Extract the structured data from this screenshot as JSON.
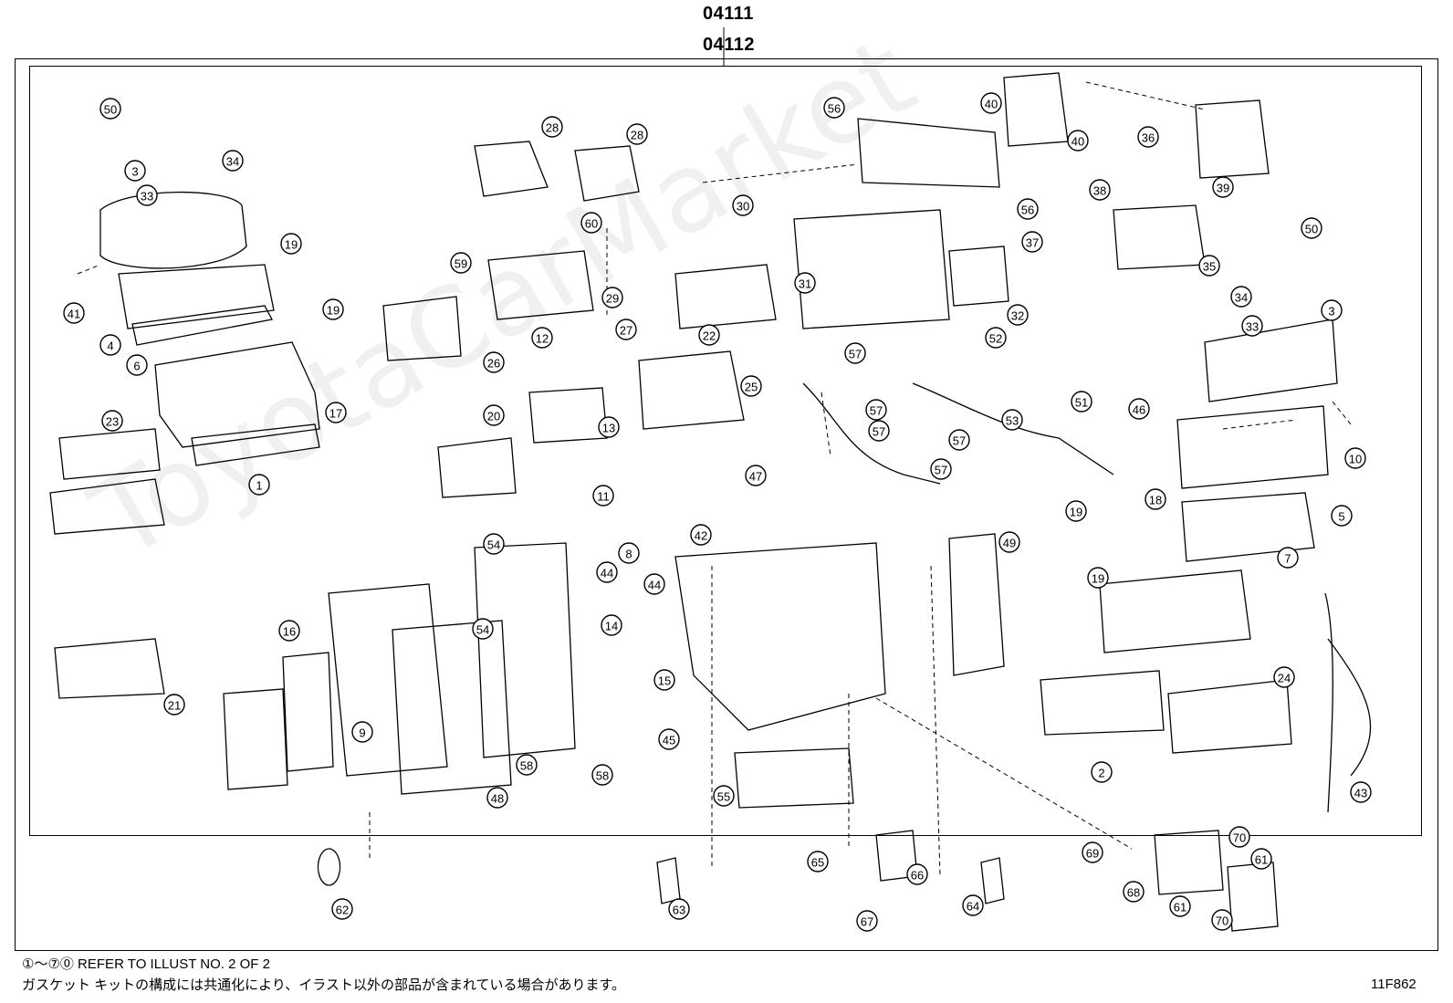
{
  "header": {
    "code_top": "04111",
    "code_sub": "04112"
  },
  "watermark": "ToyotaCarMarket",
  "footer": {
    "note": "①～⑦⓪ REFER TO ILLUST NO. 2 OF 2",
    "note_jp": "ガスケット キットの構成には共通化により、イラスト以外の部品が含まれている場合があります。",
    "figure_id": "11F862"
  },
  "callouts": [
    "50",
    "3",
    "34",
    "33",
    "41",
    "4",
    "6",
    "19",
    "19",
    "17",
    "23",
    "1",
    "28",
    "28",
    "60",
    "30",
    "59",
    "29",
    "31",
    "26",
    "12",
    "27",
    "22",
    "25",
    "20",
    "13",
    "11",
    "56",
    "40",
    "40",
    "36",
    "56",
    "38",
    "39",
    "37",
    "35",
    "32",
    "52",
    "57",
    "57",
    "51",
    "53",
    "57",
    "57",
    "57",
    "47",
    "42",
    "50",
    "34",
    "3",
    "33",
    "46",
    "10",
    "5",
    "7",
    "18",
    "19",
    "19",
    "49",
    "24",
    "2",
    "43",
    "54",
    "8",
    "44",
    "44",
    "14",
    "54",
    "15",
    "45",
    "16",
    "9",
    "21",
    "58",
    "58",
    "48",
    "55",
    "62",
    "63",
    "65",
    "66",
    "67",
    "64",
    "69",
    "68",
    "70",
    "61",
    "61",
    "70"
  ]
}
